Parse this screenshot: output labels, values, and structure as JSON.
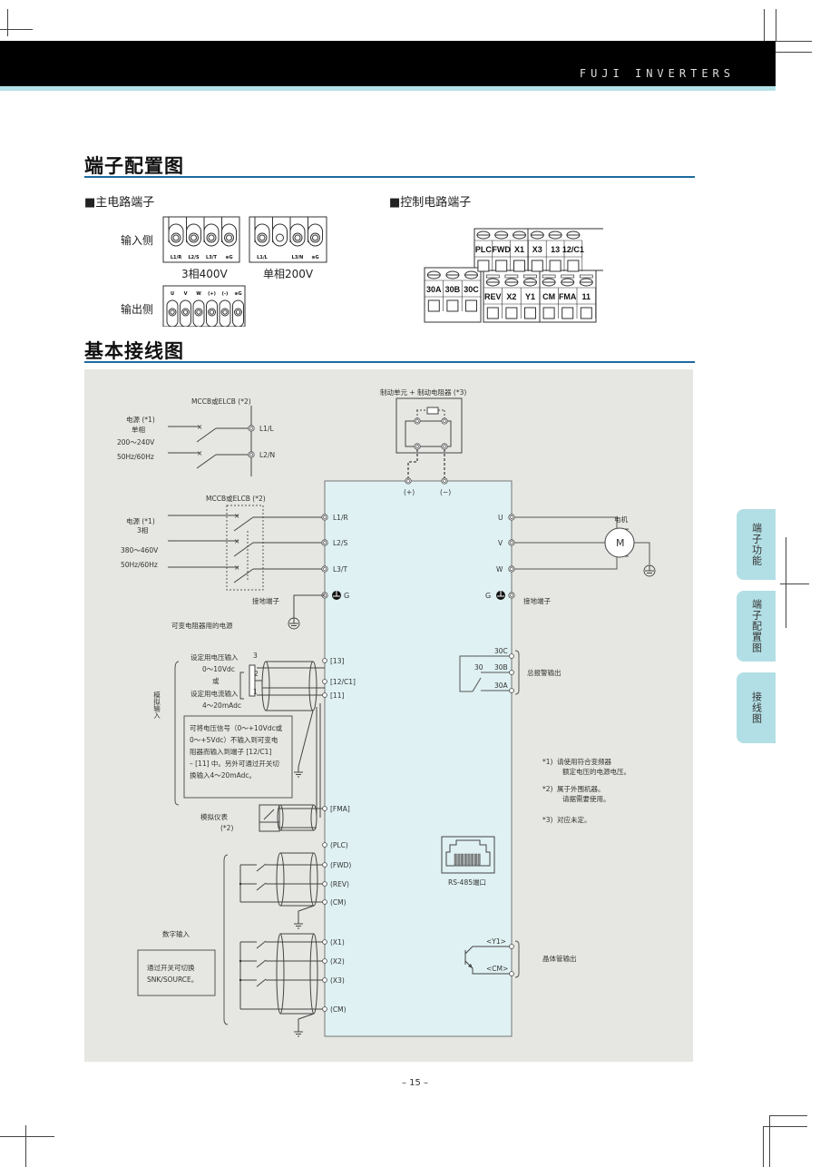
{
  "header": {
    "brand": "FUJI INVERTERS"
  },
  "sections": {
    "terminal_layout": {
      "title": "端子配置图",
      "main_circuit": {
        "title": "■主电路端子",
        "input_side_label": "输入侧",
        "output_side_label": "输出侧",
        "three_phase_caption": "3相400V",
        "single_phase_caption": "单相200V",
        "three_phase_terminals": [
          "L1/R",
          "L2/S",
          "L3/T",
          "⊕G"
        ],
        "single_phase_terminals": [
          "L1/L",
          "",
          "L3/N",
          "⊕G"
        ],
        "output_terminals": [
          "U",
          "V",
          "W",
          "(+)",
          "(-)",
          "⊕G"
        ]
      },
      "control_circuit": {
        "title": "■控制电路端子",
        "top_row": [
          "PLC",
          "FWD",
          "X1",
          "X3",
          "13",
          "12/C1"
        ],
        "relay_block": [
          "30A",
          "30B",
          "30C"
        ],
        "bottom_row": [
          "REV",
          "X2",
          "Y1",
          "CM",
          "FMA",
          "11"
        ]
      }
    },
    "wiring": {
      "title": "基本接线图",
      "single_phase": {
        "breaker": "MCCB或ELCB (*2)",
        "power_label": "电源 (*1)",
        "phase": "单相",
        "voltage": "200～240V",
        "freq": "50Hz/60Hz",
        "terminals": [
          "L1/L",
          "L2/N"
        ]
      },
      "braking": {
        "label": "制动单元 + 制动电阻器 (*3)",
        "plus": "(+)",
        "minus": "(−)"
      },
      "three_phase": {
        "breaker": "MCCB或ELCB (*2)",
        "power_label": "电源 (*1)",
        "phase": "3相",
        "voltage": "380～460V",
        "freq": "50Hz/60Hz",
        "terminals": [
          "L1/R",
          "L2/S",
          "L3/T"
        ],
        "ground_terminal": "G",
        "ground_label": "接地端子"
      },
      "motor": {
        "label": "电机",
        "symbol": "M",
        "terminals": [
          "U",
          "V",
          "W"
        ],
        "ground_terminal": "G",
        "ground_label": "接地端子"
      },
      "analog": {
        "pot_power_label": "可变电阻器用的电源",
        "group_label": "模拟输入",
        "voltage_input": "设定用电压输入",
        "voltage_range": "0～10Vdc",
        "or": "或",
        "current_input": "设定用电流输入",
        "current_range": "4～20mAdc",
        "pot_pins": [
          "3",
          "2",
          "1"
        ],
        "terminals": [
          "[13]",
          "[12/C1]",
          "[11]"
        ],
        "note": [
          "可将电压信号（0～+10Vdc或",
          "0～+5Vdc）不输入到可变电",
          "阻器而输入到端子  [12/C1]",
          "– [11] 中。另外可通过开关切",
          "换输入4～20mAdc。"
        ],
        "meter_label": "模拟仪表",
        "meter_note": "(*2)",
        "meter_terminal": "[FMA]"
      },
      "alarm": {
        "relay": "30",
        "terminals": [
          "30C",
          "30B",
          "30A"
        ],
        "label": "总报警输出"
      },
      "digital": {
        "group_label": "数字输入",
        "note": [
          "通过开关可切换",
          "SNK/SOURCE。"
        ],
        "terminals": [
          "(PLC)",
          "(FWD)",
          "(REV)",
          "(CM)",
          "(X1)",
          "(X2)",
          "(X3)",
          "(CM)"
        ]
      },
      "rs485": {
        "label": "RS-485端口"
      },
      "transistor": {
        "terminals": [
          "<Y1>",
          "<CM>"
        ],
        "label": "晶体管输出"
      },
      "footnotes": [
        {
          "mark": "*1)",
          "lines": [
            "请使用符合变频器",
            "额定电压的电源电压。"
          ]
        },
        {
          "mark": "*2)",
          "lines": [
            "属于外围机器。",
            "请据需要使用。"
          ]
        },
        {
          "mark": "*3)",
          "lines": [
            "对应未定。"
          ]
        }
      ]
    }
  },
  "side_tabs": [
    {
      "label": "端子功能"
    },
    {
      "label": "端子配置图"
    },
    {
      "label": "接线图"
    }
  ],
  "page_number": "– 15 –",
  "colors": {
    "header": "#000000",
    "accent": "#b2dfe5",
    "rule": "#1e6aa0",
    "diagram_bg": "#e6e6e2",
    "inverter_bg": "#dff1f3"
  }
}
